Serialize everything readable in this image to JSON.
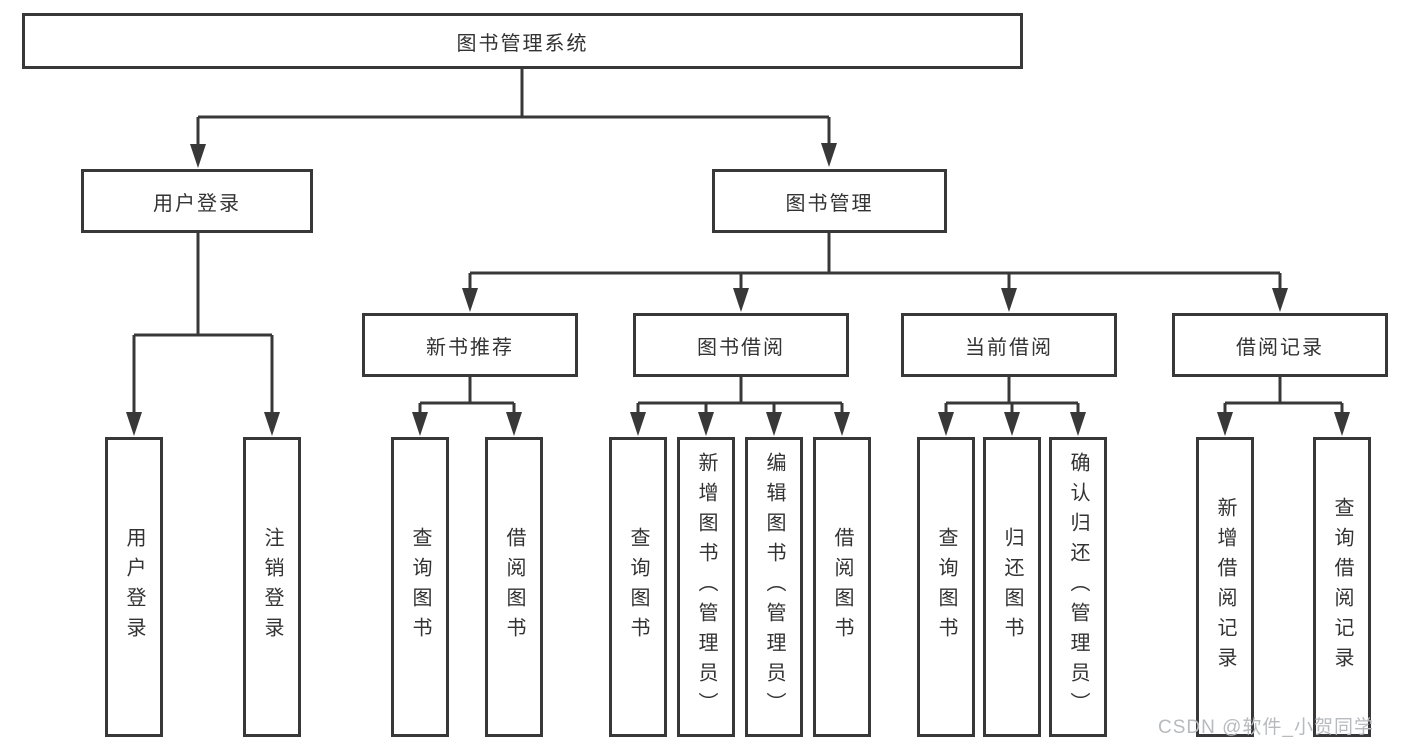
{
  "tree": {
    "root": {
      "label": "图书管理系统"
    },
    "level2": [
      {
        "label": "用户登录",
        "children": [
          {
            "label": "用户登录"
          },
          {
            "label": "注销登录"
          }
        ]
      },
      {
        "label": "图书管理",
        "children": [
          {
            "label": "新书推荐",
            "children": [
              {
                "label": "查询图书"
              },
              {
                "label": "借阅图书"
              }
            ]
          },
          {
            "label": "图书借阅",
            "children": [
              {
                "label": "查询图书"
              },
              {
                "label": "新增图书（管理员）"
              },
              {
                "label": "编辑图书（管理员）"
              },
              {
                "label": "借阅图书"
              }
            ]
          },
          {
            "label": "当前借阅",
            "children": [
              {
                "label": "查询图书"
              },
              {
                "label": "归还图书"
              },
              {
                "label": "确认归还（管理员）"
              }
            ]
          },
          {
            "label": "借阅记录",
            "children": [
              {
                "label": "新增借阅记录"
              },
              {
                "label": "查询借阅记录"
              }
            ]
          }
        ]
      }
    ]
  },
  "watermark": {
    "text": "CSDN @软件_小贺同学"
  },
  "colors": {
    "line": "#383838",
    "box_fill": "#ffffff",
    "text": "#333333",
    "watermark": "#b8bbbe",
    "background": "#ffffff"
  }
}
